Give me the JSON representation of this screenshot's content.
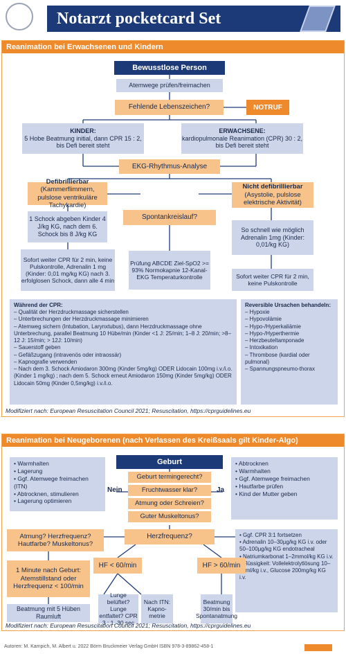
{
  "header": {
    "title": "Notarzt pocketcard Set"
  },
  "colors": {
    "navy": "#1d3a78",
    "orange": "#ee8a2b",
    "light_orange": "#f8c38a",
    "light_blue": "#cdd5ea"
  },
  "section1": {
    "title": "Reanimation bei Erwachsenen und Kindern",
    "bewusstlos": "Bewusstlose Person",
    "atemwege": "Atemwege prüfen/freimachen",
    "lebenszeichen": "Fehlende Lebenszeichen?",
    "notruf": "NOTRUF",
    "kinder_title": "KINDER:",
    "kinder_text": "5 Hobe Beatmung initial, dann CPR 15 : 2, bis Defi bereit steht",
    "erw_title": "ERWACHSENE:",
    "erw_text": "kardiopulmonale Reanimation (CPR) 30 : 2, bis Defi bereit steht",
    "ekg": "EKG-Rhythmus-Analyse",
    "defi_title": "Defibrillierbar",
    "defi_text": "(Kammerflimmern, pulslose ventrikuläre Tachykardie)",
    "nicht_defi_title": "Nicht defibrillierbar",
    "nicht_defi_text": "(Asystolie, pulslose elektrische Aktivität)",
    "schock": "1 Schock abgeben Kinder 4 J/kg KG, nach dem 6. Schock bis 8 J/kg KG",
    "spontan": "Spontankreislauf?",
    "adrenalin": "So schnell wie möglich Adrenalin 1mg (Kinder: 0,01/kg KG)",
    "sofort_left": "Sofort weiter CPR für 2 min, keine Pulskontrolle, Adrenalin 1 mg (Kinder: 0,01 mg/kg KG) nach 3. erfolglosen Schock, dann alle 4 min",
    "abcde": "Prüfung ABCDE Ziel-SpO2 >= 93% Normokapnie 12-Kanal-EKG Temperaturkontrolle",
    "sofort_right": "Sofort weiter CPR für 2 min, keine Pulskontrolle",
    "cpr_heading": "Während der CPR:",
    "cpr_items": [
      "– Qualität der Herzdruckmassage sicherstellen",
      "– Unterbrechungen der Herzdruckmassage minimieren",
      "– Atemweg sichern (Intubation, Larynxtubus), dann Herzdruckmassage ohne Unterbrechung, parallel Beatmung 10 Hübe/min (Kinder <1 J: 25/min; 1–8 J: 20/min; >8–12 J: 15/min; > 12J: 10/min)",
      "– Sauerstoff geben",
      "– Gefäßzugang (intravenös oder intraossär)",
      "– Kapnografie verwenden",
      "– Nach dem 3. Schock Amiodaron 300mg (Kinder 5mg/kg) ODER Lidocain 100mg i.v./i.o. (Kinder 1 mg/kg) ; nach dem 5. Schock erneut Amiodaron 150mg (Kinder 5mg/kg) ODER Lidocain 50mg (Kinder 0,5mg/kg) i.v./i.o."
    ],
    "rev_heading": "Reversible Ursachen behandeln:",
    "rev_items": [
      "– Hypoxie",
      "– Hypovolämie",
      "– Hypo-/Hyperkaliämie",
      "– Hypo-/Hyperthermie",
      "– Herzbeuteltamponade",
      "– Intoxikation",
      "– Thrombose (kardial oder pulmonal)",
      "– Spannungspneumo-thorax"
    ],
    "source": "Modifiziert nach: European Resuscitation Council 2021; Resuscitation, https://cprguidelines.eu"
  },
  "section2": {
    "title": "Reanimation bei Neugeborenen (nach Verlassen des Kreißsaals gilt Kinder-Algo)",
    "geburt": "Geburt",
    "nein": "Nein",
    "ja": "Ja",
    "questions": [
      "Geburt termingerecht?",
      "Fruchtwasser klar?",
      "Atmung oder Schreien?",
      "Guter Muskeltonus?"
    ],
    "left_items": [
      "• Warmhalten",
      "• Lagerung",
      "• Ggf. Atemwege freimachen (ITN)",
      "• Abtrocknen, stimulieren",
      "• Lagerung optimieren"
    ],
    "right_items": [
      "• Abtrocknen",
      "• Warmhalten",
      "• Ggf. Atemwege freimachen",
      "• Hautfarbe prüfen",
      "• Kind der Mutter geben"
    ],
    "atmung_q": "Atmung? Herzfrequenz? Hautfarbe? Muskeltonus?",
    "herzfrequenz": "Herzfrequenz?",
    "minute": "1 Minute nach Geburt: Atemstillstand oder Herzfrequenz < 100/min",
    "hf_low": "HF < 60/min",
    "hf_high": "HF > 60/min",
    "beatmung5": "Beatmung mit 5 Hüben Raumluft",
    "lunge": "Lunge belüftet? Lunge entfaltet? CPR 3 : 1, 30 sec",
    "nach_itn": "Nach ITN: Kapno-metrie",
    "beatmung30": "Beatmung 30/min bis Spontanatmung",
    "meds": [
      "• Ggf. CPR 3:1 fortsetzen",
      "• Adrenalin 10–30µg/kg KG i.v. oder 50–100µg/kg KG endotracheal",
      "• Natriumkarbonat 1–2mmol/kg KG i.v.",
      "• Flüssigkeit: Vollelektrolytlösung 10–20ml/kg i.v., Glucose 200mg/kg KG i.v."
    ],
    "source": "Modifiziert nach: European Resuscitation Council 2021; Resuscitation, https://cprguidelines.eu"
  },
  "footer": {
    "authors": "Autoren: M. Kampich, M. Albert u. 2022 Börm Bruckmeier Verlag GmbH     ISBN 978-3-89862-458-1"
  }
}
